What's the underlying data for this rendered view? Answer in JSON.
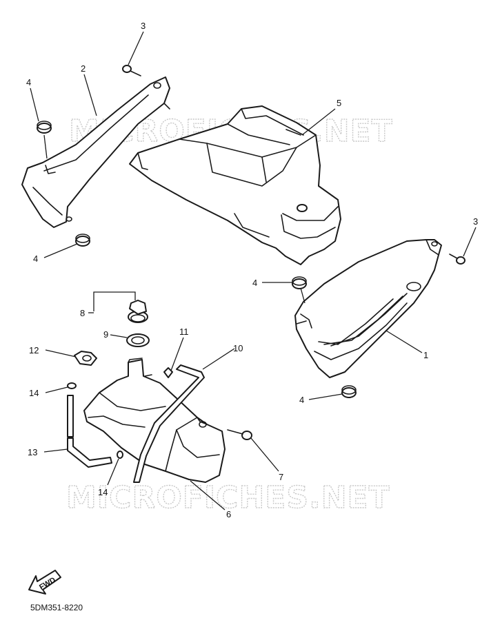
{
  "watermark_text": "MICROFICHES.NET",
  "diagram_code": "5DM351-8220",
  "fwd_label": "FWD",
  "callouts": {
    "c1": "1",
    "c2": "2",
    "c3a": "3",
    "c3b": "3",
    "c4a": "4",
    "c4b": "4",
    "c4c": "4",
    "c4d": "4",
    "c5": "5",
    "c6": "6",
    "c7": "7",
    "c8": "8",
    "c9": "9",
    "c10": "10",
    "c11": "11",
    "c12": "12",
    "c13": "13",
    "c14a": "14",
    "c14b": "14"
  }
}
